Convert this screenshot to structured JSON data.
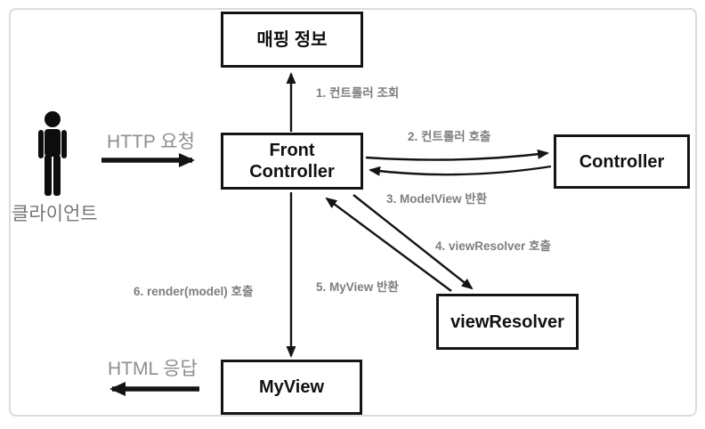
{
  "diagram": {
    "title_semantic": "Spring MVC FrontController request flow",
    "client_label": "클라이언트",
    "http_request_label": "HTTP 요청",
    "html_response_label": "HTML 응답",
    "boxes": {
      "mapping_info": "매핑 정보",
      "front_controller": "Front\nController",
      "controller": "Controller",
      "view_resolver": "viewResolver",
      "my_view": "MyView"
    },
    "steps": {
      "step1": "1. 컨트롤러 조회",
      "step2": "2. 컨트롤러 호출",
      "step3": "3. ModelView 반환",
      "step4": "4. viewResolver 호출",
      "step5": "5. MyView 반환",
      "step6": "6. render(model) 호출"
    },
    "colors": {
      "box_border": "#141414",
      "arrow": "#141414",
      "step_label_gray": "#7e7e7e",
      "big_label_gray": "#8e8e8e",
      "outer_border": "#dcdcdc"
    }
  }
}
